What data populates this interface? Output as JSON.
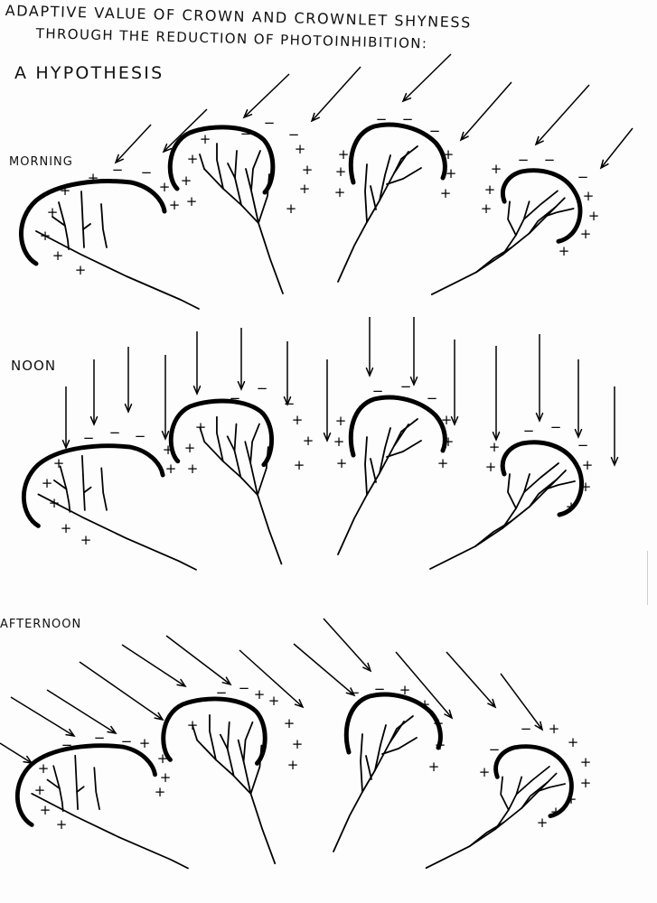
{
  "title": {
    "line1": "Adaptive value of crown and crownlet shyness",
    "line2": "through the reduction of photoinhibition:",
    "line3": "A hypothesis"
  },
  "panels": [
    {
      "label": "Morning"
    },
    {
      "label": "Noon"
    },
    {
      "label": "Afternoon"
    }
  ],
  "symbols": {
    "plus": "+",
    "minus": "−"
  }
}
